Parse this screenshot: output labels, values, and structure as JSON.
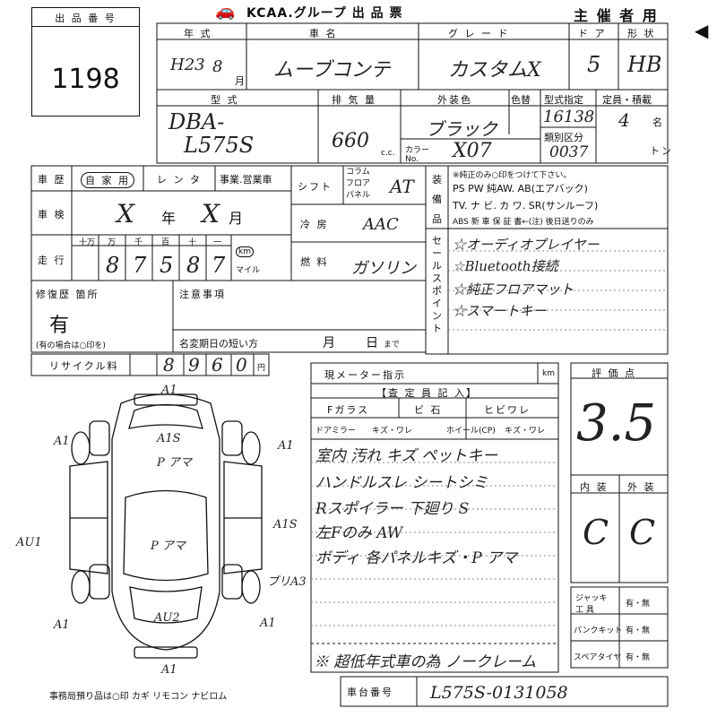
{
  "header": {
    "lot_label": "出 品 番 号",
    "lot_number": "1198",
    "brand": "KCAA.グループ 出 品 票",
    "host": "主 催 者 用"
  },
  "row1": {
    "year_label": "年 式",
    "year_value": "H23",
    "year_month": "8",
    "month_unit": "月",
    "name_label": "車 名",
    "name_value": "ムーブコンテ",
    "grade_label": "グ レ ー ド",
    "grade_value": "カスタムX",
    "door_label": "ド ア",
    "door_value": "5",
    "shape_label": "形 状",
    "shape_value": "HB"
  },
  "row2": {
    "model_label": "型 式",
    "model_value_1": "DBA-",
    "model_value_2": "L575S",
    "disp_label": "排 気 量",
    "disp_value": "660",
    "disp_unit": "c.c.",
    "color_label": "外装色",
    "color_change_label": "色替",
    "color_value": "ブラック",
    "color_no_label": "カラー No.",
    "color_no_value": "X07",
    "type_spec_label": "型式指定",
    "type_spec_value": "16138",
    "class_label": "類別区分",
    "class_value": "0037",
    "capacity_label": "定員・積載",
    "capacity_value": "4",
    "capacity_unit": "名",
    "load_unit": "トン"
  },
  "history": {
    "label": "車 歴",
    "opt1": "自 家 用",
    "opt2": "レ ン タ",
    "opt3": "事業.営業車"
  },
  "shaken": {
    "label": "車 検",
    "value_year": "X",
    "year_unit": "年",
    "value_month": "X",
    "month_unit": "月"
  },
  "mileage": {
    "label": "走 行",
    "units": [
      "十万",
      "万",
      "千",
      "百",
      "十",
      "一"
    ],
    "digits": [
      "8",
      "7",
      "5",
      "8",
      "7"
    ],
    "km": "km",
    "mile": "マイル"
  },
  "repair": {
    "label": "修復歴 箇所",
    "value": "有",
    "note": "(有の場合は○印を)"
  },
  "notes": {
    "label": "注意事項",
    "expiry_label": "名変期日の短い方",
    "month": "月",
    "day": "日",
    "until": "まで"
  },
  "recycle": {
    "label": "リサイクル料",
    "digits": [
      "8",
      "9",
      "6",
      "0"
    ],
    "unit": "円"
  },
  "mid": {
    "shift_label": "シフト",
    "shift_opts": "コラム\nフロア\nパネル",
    "shift_value": "AT",
    "ac_label": "冷 房",
    "ac_value": "AAC",
    "fuel_label": "燃 料",
    "fuel_value": "ガソリン"
  },
  "equipment": {
    "label": "装備品",
    "note": "※純正のみ○印をつけて下さい。",
    "line1": "PS PW 純AW. AB(エアバック)",
    "line2": "TV. ナ ビ. カ ワ. SR(サンルーフ)",
    "line3": "ABS 新 車 保 証 書←(注) 後日送りのみ"
  },
  "sales_point": {
    "label": "セールスポイント",
    "items": [
      "☆オーディオプレイヤー",
      "☆Bluetooth接続",
      "☆純正フロアマット",
      "☆スマートキー"
    ]
  },
  "inspector": {
    "meter_label": "現メーター指示",
    "meter_unit": "km",
    "title": "【査 定 員 記 入】",
    "glass": "Fガラス",
    "glass_opt1": "ビ 石",
    "glass_opt2": "ヒビワレ",
    "mirror": "ドアミラー",
    "mirror_opts": "キズ・ワレ",
    "wheel": "ホイール(CP)",
    "wheel_opts": "キズ・ワレ",
    "comments": [
      "室内 汚れ キズ ペットキー",
      "ハンドルスレ シートシミ",
      "Rスポイラー 下廻り S",
      "左Fのみ AW",
      "ボディ 各パネルキズ・P アマ"
    ],
    "footer": "※ 超低年式車の為 ノークレーム"
  },
  "rating": {
    "label": "評 価 点",
    "score": "3.5",
    "interior_label": "内 装",
    "exterior_label": "外 装",
    "interior": "C",
    "exterior": "C"
  },
  "tools": {
    "jack": "ジャッキ 工 具",
    "jack_val": "有・無",
    "puncture": "パンクキット",
    "puncture_val": "有・無",
    "spare": "スペアタイヤ",
    "spare_val": "有・無"
  },
  "diagram_marks": {
    "top": "A1",
    "hood": "A1S",
    "hood2": "P アマ",
    "roof": "P アマ",
    "left_front": "A1",
    "right_front": "A1",
    "left_side": "AU1",
    "right_side": "A1S",
    "right_rear": "ブリA3",
    "rear": "AU2",
    "left_rear": "A1",
    "bottom": "A1",
    "bottom_right": "A1"
  },
  "footer": {
    "keys": "事務局預り品は○印 カギ リモコン ナビロム",
    "vin_label": "車台番号",
    "vin_value": "L575S-0131058"
  }
}
